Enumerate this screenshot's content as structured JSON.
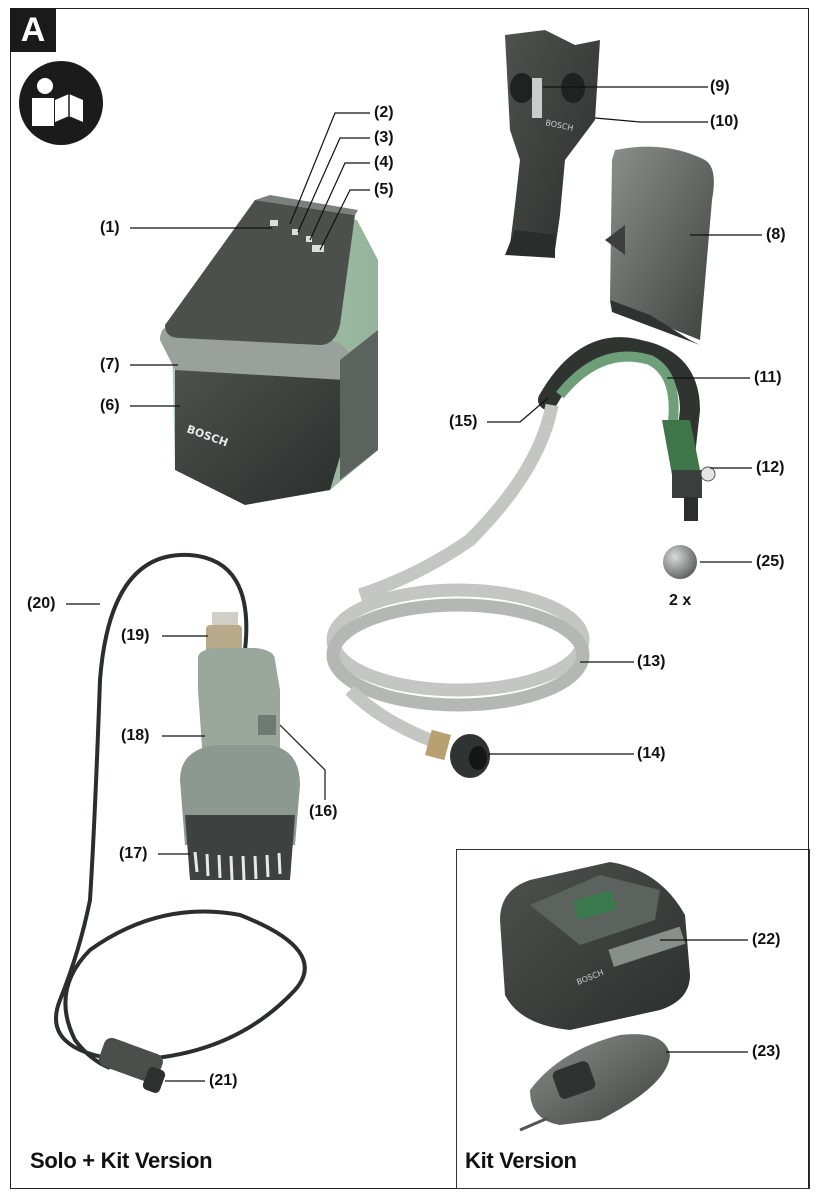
{
  "figure_badge": "A",
  "callouts": {
    "c1": "(1)",
    "c2": "(2)",
    "c3": "(3)",
    "c4": "(4)",
    "c5": "(5)",
    "c6": "(6)",
    "c7": "(7)",
    "c8": "(8)",
    "c9": "(9)",
    "c10": "(10)",
    "c11": "(11)",
    "c12": "(12)",
    "c13": "(13)",
    "c14": "(14)",
    "c15": "(15)",
    "c16": "(16)",
    "c17": "(17)",
    "c18": "(18)",
    "c19": "(19)",
    "c20": "(20)",
    "c21": "(21)",
    "c22": "(22)",
    "c23": "(23)",
    "c25": "(25)"
  },
  "quantity_note": "2 x",
  "brand_on_battery": "BOSCH",
  "brand_on_holder": "BOSCH",
  "brand_on_charger": "BOSCH",
  "versions": {
    "solo_kit": "Solo + Kit Version",
    "kit": "Kit Version"
  },
  "icons": [
    "read-manual-icon"
  ],
  "colors": {
    "product_green": "#4f8a5b",
    "line": "#222222"
  }
}
